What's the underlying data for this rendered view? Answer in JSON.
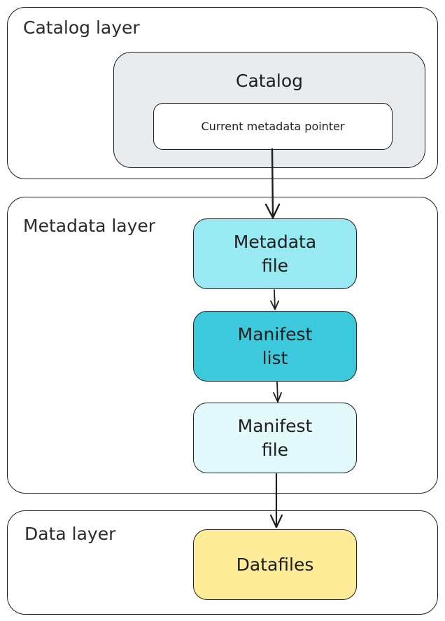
{
  "layers": {
    "catalog": {
      "title": "Catalog layer"
    },
    "metadata": {
      "title": "Metadata layer"
    },
    "data": {
      "title": "Data layer"
    }
  },
  "catalog": {
    "title": "Catalog",
    "pointer": "Current metadata pointer",
    "color": "#e9ecef"
  },
  "nodes": {
    "metadata_file": {
      "line1": "Metadata",
      "line2": "file",
      "color": "#99e9f2"
    },
    "manifest_list": {
      "line1": "Manifest",
      "line2": "list",
      "color": "#3bc9db"
    },
    "manifest_file": {
      "line1": "Manifest",
      "line2": "file",
      "color": "#e3fafc"
    },
    "datafiles": {
      "label": "Datafiles",
      "color": "#ffec99"
    }
  },
  "edges": [
    {
      "from": "Current metadata pointer",
      "to": "Metadata file"
    },
    {
      "from": "Metadata file",
      "to": "Manifest list"
    },
    {
      "from": "Manifest list",
      "to": "Manifest file"
    },
    {
      "from": "Manifest file",
      "to": "Datafiles"
    }
  ]
}
